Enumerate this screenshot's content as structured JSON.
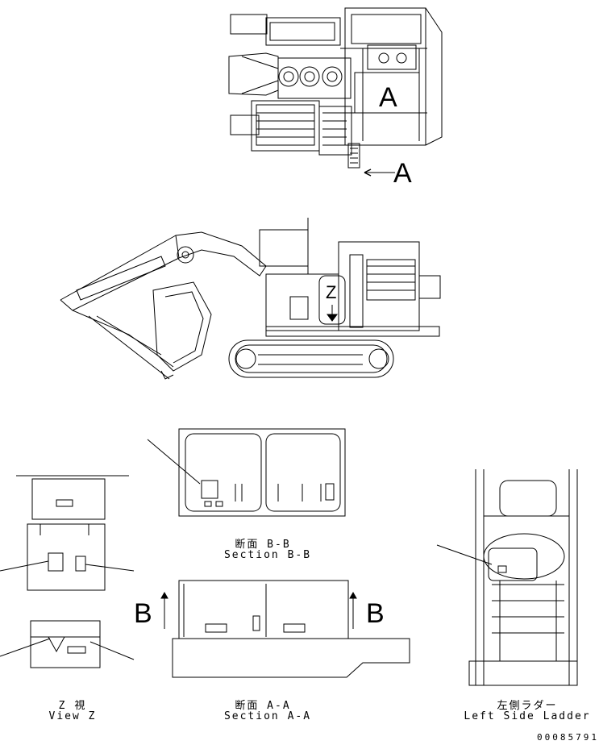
{
  "drawing": {
    "top_view_marker": "A",
    "top_view_arrow_label": "A",
    "side_view_z_marker": "Z",
    "section_bb": {
      "ja": "断面 B-B",
      "en": "Section B-B"
    },
    "section_aa": {
      "ja": "断面 A-A",
      "en": "Section A-A"
    },
    "section_aa_left_marker": "B",
    "section_aa_right_marker": "B",
    "view_z": {
      "ja": "Z 視",
      "en": "View Z"
    },
    "left_ladder": {
      "ja": "左側ラダー",
      "en": "Left Side Ladder"
    },
    "part_number": "00085791"
  }
}
